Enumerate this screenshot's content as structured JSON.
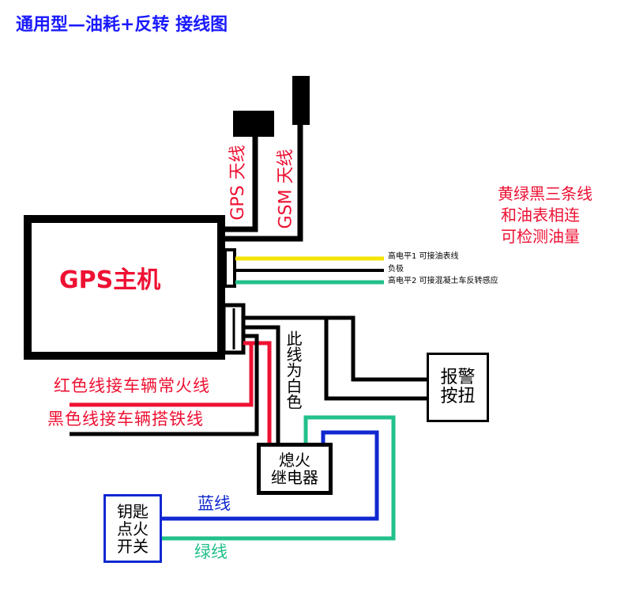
{
  "title": "通用型—油耗+反转 接线图",
  "host": {
    "label": "GPS主机"
  },
  "antennas": {
    "gps": "GPS 天线",
    "gsm": "GSM 天线"
  },
  "fuel_note": [
    "黄绿黑三条线",
    "和油表相连",
    "可检测油量"
  ],
  "sensor_wires": {
    "yellow": "高电平1  可接油表线",
    "black": "负极",
    "green": "高电平2  可接混凝土车反转感应"
  },
  "power_wires": {
    "red": "红色线接车辆常火线",
    "black": "黑色线接车辆搭铁线",
    "white_note": "此线为白色"
  },
  "alarm_button": [
    "报警",
    "按扭"
  ],
  "relay": [
    "熄火",
    "继电器"
  ],
  "ignition_key": [
    "钥匙",
    "点火",
    "开关"
  ],
  "key_wires": {
    "blue": "蓝线",
    "green": "绿线"
  },
  "colors": {
    "title": "#1a1aff",
    "red": "#ee1133",
    "yellow": "#f5e400",
    "green": "#22c08a",
    "blue": "#1028d0",
    "black": "#000000"
  }
}
